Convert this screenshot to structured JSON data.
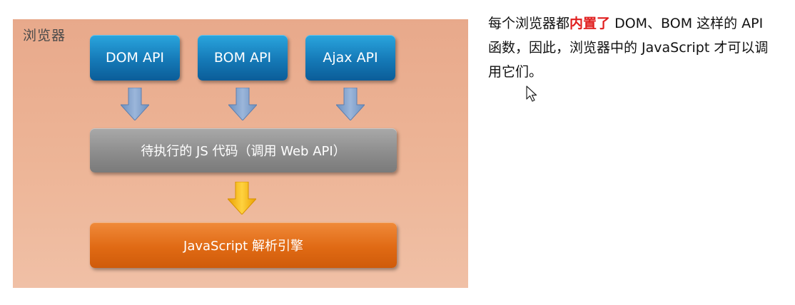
{
  "diagram": {
    "label": "浏览器",
    "apis": [
      "DOM API",
      "BOM API",
      "Ajax API"
    ],
    "code_box": "待执行的 JS 代码（调用 Web API）",
    "engine_box": "JavaScript 解析引擎",
    "colors": {
      "background": "#eab092",
      "api_box": "#1579b7",
      "code_box": "#8d8d8d",
      "engine_box": "#e06a14",
      "blue_arrow": "#7e9ec8",
      "gold_arrow": "#f2b10e"
    }
  },
  "note": {
    "part1": "每个浏览器都",
    "highlight": "内置了",
    "part2": " DOM、BOM 这样的 API 函数，因此，浏览器中的 JavaScript 才可以调用它们。",
    "highlight_color": "#e01e1e"
  },
  "cursor": {
    "icon": "mouse-pointer-icon"
  }
}
